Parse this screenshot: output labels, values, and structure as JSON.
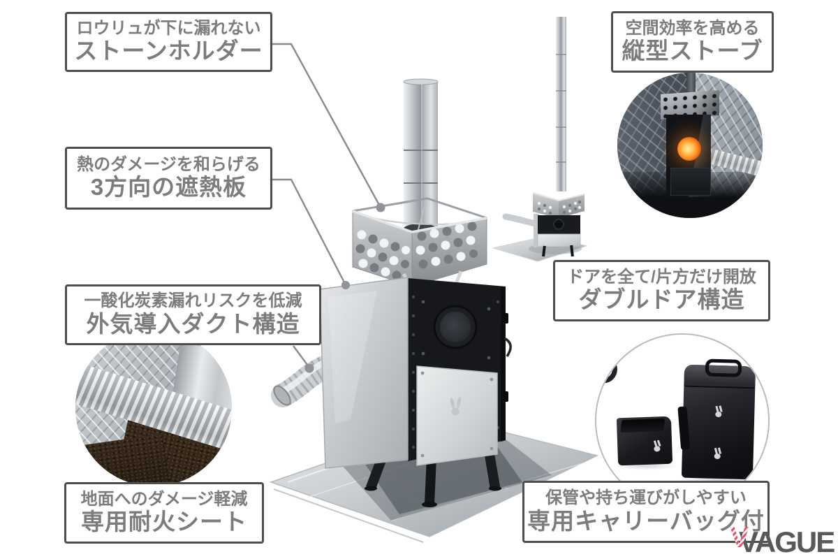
{
  "callouts": [
    {
      "id": "stone-holder",
      "line1": "ロウリュが下に漏れない",
      "line2": "ストーンホルダー"
    },
    {
      "id": "vertical-stove",
      "line1": "空間効率を高める",
      "line2": "縦型ストーブ"
    },
    {
      "id": "heat-shield",
      "line1": "熱のダメージを和らげる",
      "line2": "3方向の遮熱板"
    },
    {
      "id": "air-intake-duct",
      "line1": "一酸化炭素漏れリスクを低減",
      "line2": "外気導入ダクト構造"
    },
    {
      "id": "double-door",
      "line1": "ドアを全て/片方だけ開放",
      "line2": "ダブルドア構造"
    },
    {
      "id": "fireproof-sheet",
      "line1": "地面へのダメージ軽減",
      "line2": "専用耐火シート"
    },
    {
      "id": "carry-bag",
      "line1": "保管や持ち運びがしやすい",
      "line2": "専用キャリーバッグ付"
    }
  ],
  "brand": {
    "logo_text": "VAGUE",
    "logo_accent_letter": "V",
    "logo_color": "#58595b",
    "logo_accent_color": "#e8506a"
  },
  "style": {
    "callout_border": "#4e4e4e",
    "callout_text": "#7c7c7c",
    "callout_bg": "#ffffff",
    "callout_line_color": "#8a8a8a",
    "background": "#ffffff"
  }
}
